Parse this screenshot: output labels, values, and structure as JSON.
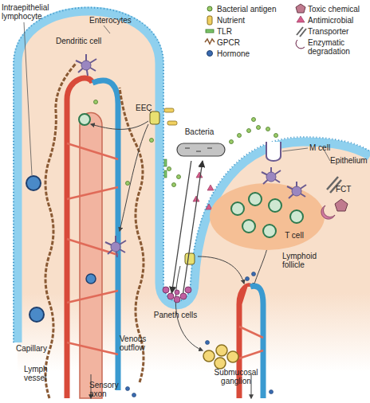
{
  "diagram": {
    "nodes": [
      {
        "text": [
          "Bacteria"
        ]
      },
      {
        "text": [
          "Lymphoid follicle"
        ]
      },
      {
        "text": [
          "T cell"
        ],
        "in": 1
      },
      {
        "text": [
          "Paneth cells"
        ]
      },
      {
        "text": [
          "Submucosal ganglion"
        ]
      }
    ],
    "edges": [
      {
        "from": 0,
        "to": 3,
        "arrow": "to"
      },
      {
        "from": 3,
        "to": 0,
        "arrow": "to"
      }
    ],
    "labels": [
      "Intraepithelial lymphocyte",
      "Enterocytes",
      "Dendritic cell",
      "EEC",
      "M cell",
      "Epithelium",
      "FCT",
      "Capillary",
      "Venous outflow",
      "Lymph vessel",
      "Sensory axon"
    ],
    "legend": [
      {
        "text": "Bacterial antigen"
      },
      {
        "text": "Nutrient"
      },
      {
        "text": "TLR"
      },
      {
        "text": "GPCR"
      },
      {
        "text": "Hormone"
      },
      {
        "text": "Toxic chemical"
      },
      {
        "text": "Antimicrobial"
      },
      {
        "text": "Transporter"
      },
      {
        "text": "Enzymatic degradation"
      }
    ]
  }
}
